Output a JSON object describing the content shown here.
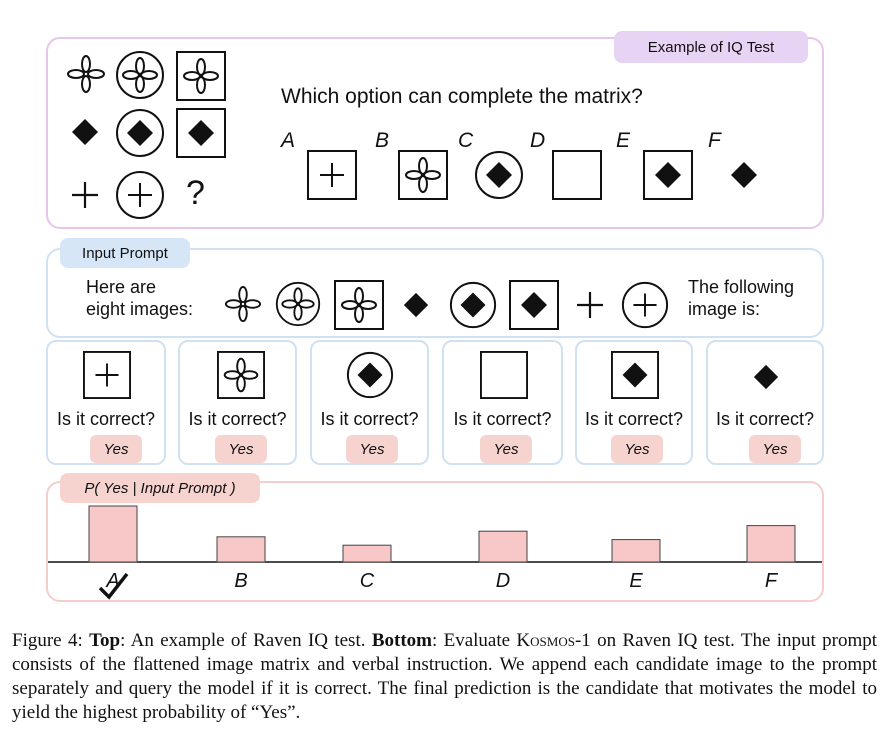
{
  "top_panel": {
    "tag": "Example of IQ Test",
    "question": "Which option can complete the matrix?",
    "question_mark": "?",
    "option_letters": [
      "A",
      "B",
      "C",
      "D",
      "E",
      "F"
    ]
  },
  "prompt_panel": {
    "tag": "Input Prompt",
    "intro": [
      "Here are",
      "eight images:"
    ],
    "outro": [
      "The following",
      "image is:"
    ]
  },
  "candidates": [
    {
      "question": "Is it correct?",
      "answer": "Yes"
    },
    {
      "question": "Is it correct?",
      "answer": "Yes"
    },
    {
      "question": "Is it correct?",
      "answer": "Yes"
    },
    {
      "question": "Is it correct?",
      "answer": "Yes"
    },
    {
      "question": "Is it correct?",
      "answer": "Yes"
    },
    {
      "question": "Is it correct?",
      "answer": "Yes"
    }
  ],
  "chart_data": {
    "type": "bar",
    "title": "P( Yes | Input Prompt )",
    "categories": [
      "A",
      "B",
      "C",
      "D",
      "E",
      "F"
    ],
    "values": [
      1.0,
      0.45,
      0.3,
      0.55,
      0.4,
      0.65
    ],
    "correct": "A",
    "bar_color": "#f8c8c8"
  },
  "caption": {
    "label": "Figure 4:",
    "top_label": "Top",
    "top_text": ": An example of Raven IQ test.",
    "bottom_label": "Bottom",
    "bottom_text_1": ": Evaluate",
    "model_name": "Kosmos-1",
    "bottom_text_2": "on Raven IQ test. The input prompt consists of the flattened image matrix and verbal instruction. We append each candidate image to the prompt separately and query the model if it is correct. The final prediction is the candidate that motivates the model to yield the highest probability of “Yes”."
  }
}
